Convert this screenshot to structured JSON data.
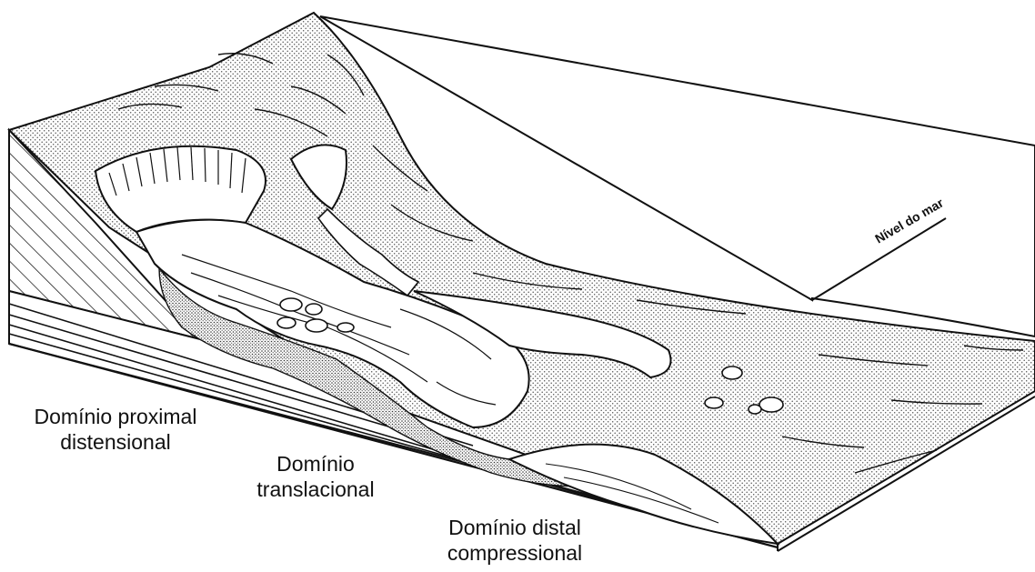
{
  "labels": {
    "sea_level": "Nível do mar",
    "proximal_line1": "Domínio proximal",
    "proximal_line2": "distensional",
    "translational_line1": "Domínio",
    "translational_line2": "translacional",
    "distal_line1": "Domínio distal",
    "distal_line2": "compressional"
  },
  "colors": {
    "ink": "#111111",
    "paper": "#ffffff",
    "stipple": "#555555"
  }
}
